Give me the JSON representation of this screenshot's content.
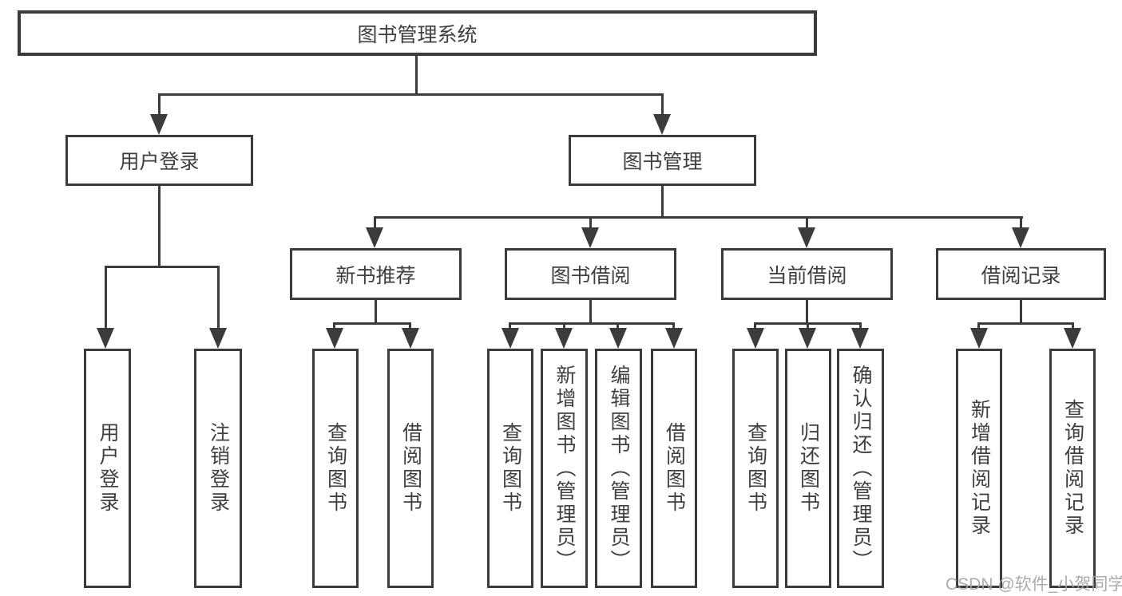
{
  "diagram": {
    "type": "hierarchy-diagram",
    "background_color": "#ffffff",
    "line_color": "#3b3b3b",
    "text_color": "#3f3f3f",
    "watermark": "CSDN @软件_小贺同学",
    "watermark_color": "#a4a4aa",
    "root": {
      "label": "图书管理系统"
    },
    "branches": [
      {
        "label": "用户登录",
        "children": [
          {
            "label": "用户登录"
          },
          {
            "label": "注销登录"
          }
        ]
      },
      {
        "label": "图书管理",
        "children": [
          {
            "label": "新书推荐",
            "children": [
              {
                "label": "查询图书"
              },
              {
                "label": "借阅图书"
              }
            ]
          },
          {
            "label": "图书借阅",
            "children": [
              {
                "label": "查询图书"
              },
              {
                "label": "新增图书（管理员）"
              },
              {
                "label": "编辑图书（管理员）"
              },
              {
                "label": "借阅图书"
              }
            ]
          },
          {
            "label": "当前借阅",
            "children": [
              {
                "label": "查询图书"
              },
              {
                "label": "归还图书"
              },
              {
                "label": "确认归还（管理员）"
              }
            ]
          },
          {
            "label": "借阅记录",
            "children": [
              {
                "label": "新增借阅记录"
              },
              {
                "label": "查询借阅记录"
              }
            ]
          }
        ]
      }
    ]
  }
}
